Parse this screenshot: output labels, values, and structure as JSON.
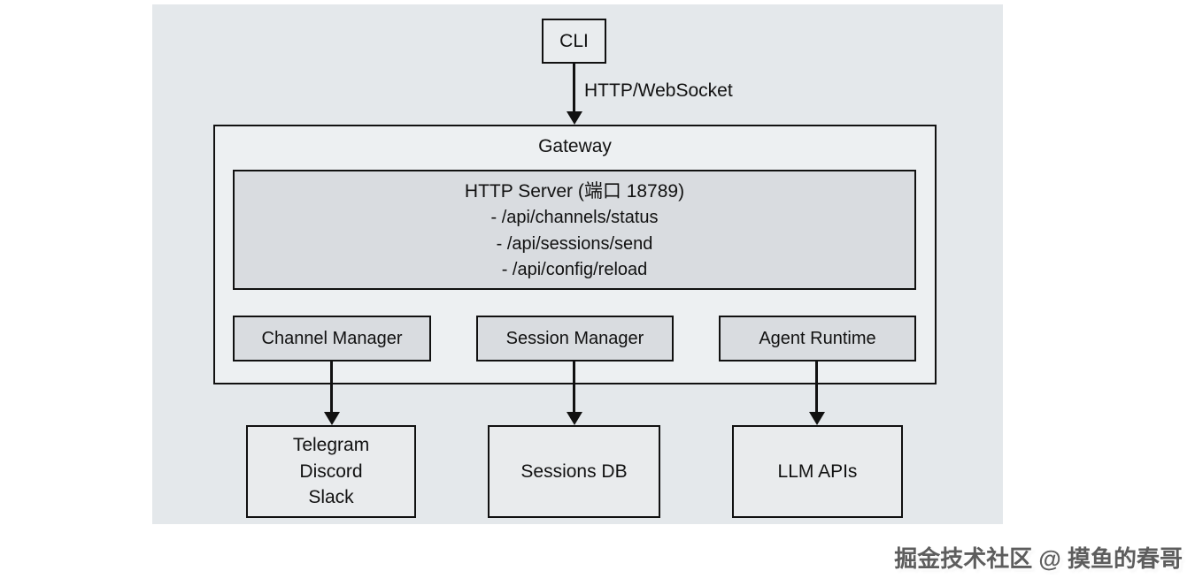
{
  "diagram": {
    "cli": {
      "label": "CLI"
    },
    "edge_label": "HTTP/WebSocket",
    "gateway": {
      "title": "Gateway",
      "http_server": {
        "title": "HTTP Server (端口 18789)",
        "endpoints": [
          "- /api/channels/status",
          "- /api/sessions/send",
          "- /api/config/reload"
        ]
      },
      "components": [
        {
          "label": "Channel Manager"
        },
        {
          "label": "Session Manager"
        },
        {
          "label": "Agent Runtime"
        }
      ]
    },
    "externals": [
      {
        "lines": [
          "Telegram",
          "Discord",
          "Slack"
        ]
      },
      {
        "lines": [
          "Sessions DB"
        ]
      },
      {
        "lines": [
          "LLM APIs"
        ]
      }
    ]
  },
  "watermark": "掘金技术社区 @ 摸鱼的春哥",
  "colors": {
    "panel_background": "#e4e8eb",
    "gateway_fill": "#edf0f2",
    "inner_box_fill": "#d9dce0",
    "external_box_fill": "#e9ebed",
    "border": "#111111",
    "watermark_text": "#5d5d5d"
  }
}
